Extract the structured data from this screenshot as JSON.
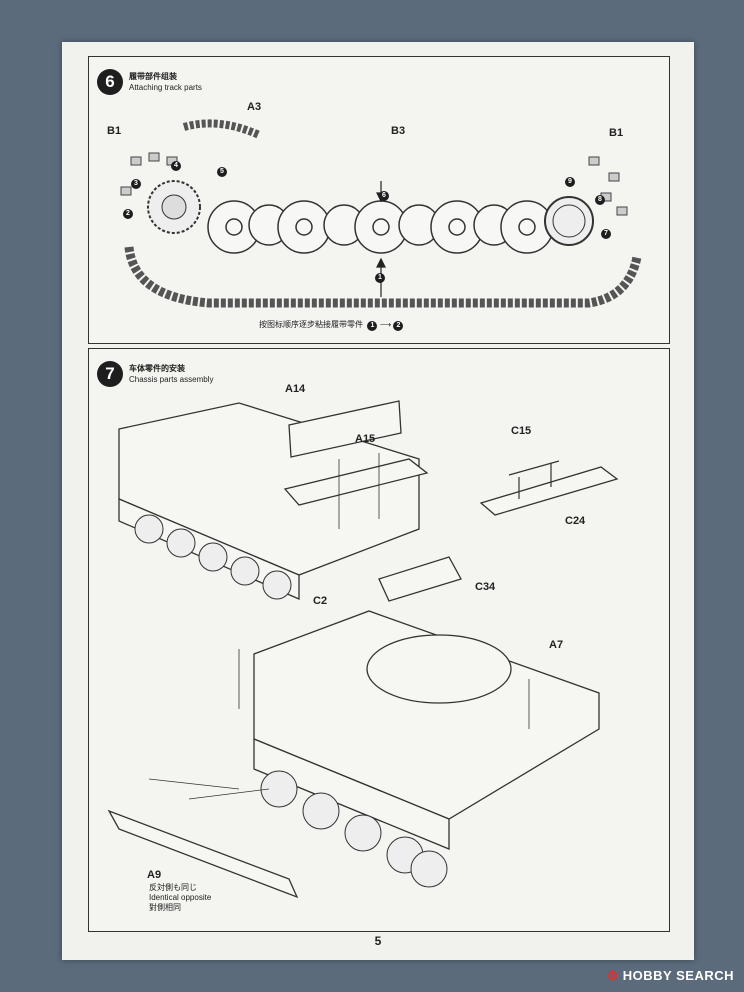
{
  "step6": {
    "number": "6",
    "title_cn": "履带部件组装",
    "title_en": "Attaching track parts",
    "labels": {
      "a3": "A3",
      "b3": "B3",
      "b1_left": "B1",
      "b1_right": "B1"
    },
    "callouts": [
      "1",
      "2",
      "3",
      "4",
      "5",
      "6",
      "7",
      "8",
      "9"
    ],
    "order_note": "按图标顺序逐步粘接履带零件",
    "order_from": "1",
    "order_arrow": "⟶",
    "order_to": "2"
  },
  "step7": {
    "number": "7",
    "title_cn": "车体零件的安装",
    "title_en": "Chassis parts assembly",
    "labels": {
      "a14": "A14",
      "a15": "A15",
      "c15": "C15",
      "c24": "C24",
      "c34": "C34",
      "c2": "C2",
      "a7": "A7",
      "a9": "A9"
    },
    "note_jp": "反対側も同じ",
    "note_en": "Identical opposite",
    "note_cn": "對側相同"
  },
  "page_number": "5",
  "watermark": {
    "brand_mark": "⚙",
    "text": "HOBBY SEARCH"
  }
}
